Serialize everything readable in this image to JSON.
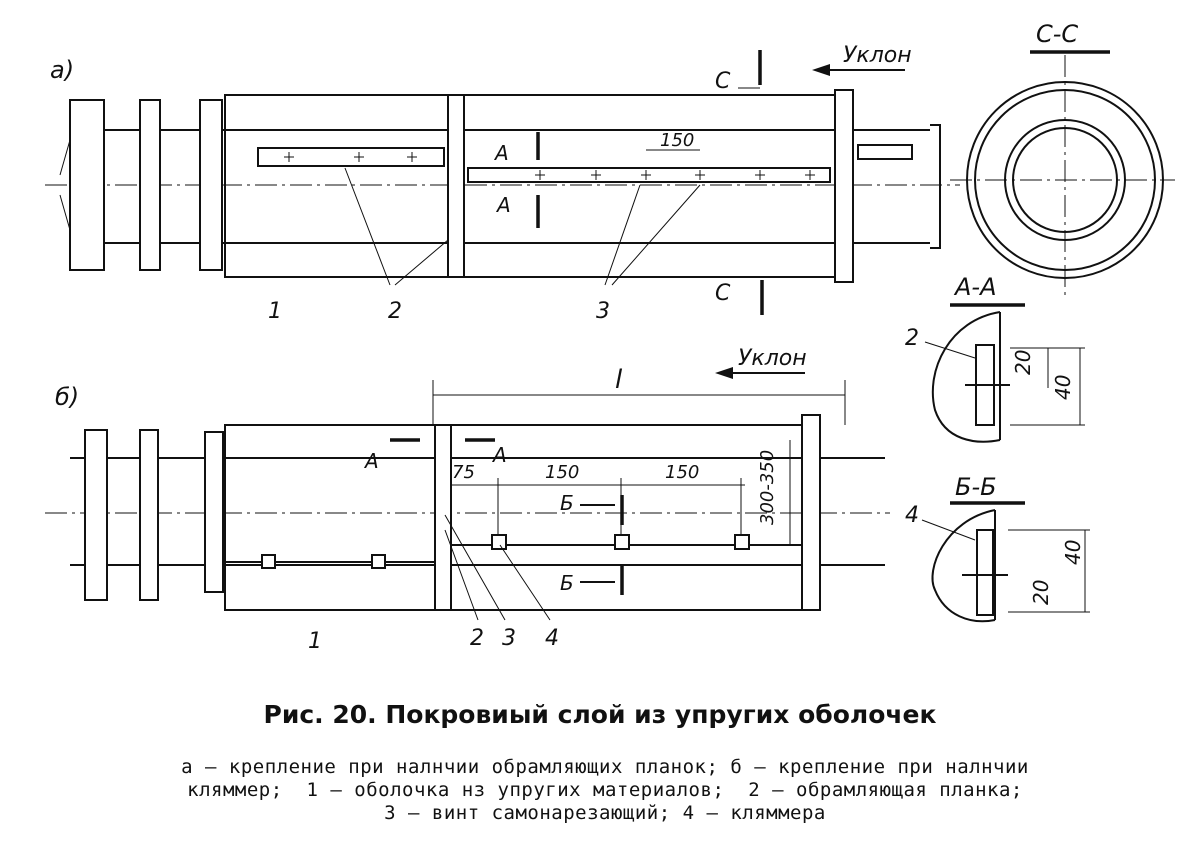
{
  "labels": {
    "view_a": "а)",
    "view_b": "б)",
    "slope": "Уклон",
    "section_cc": "С-С",
    "section_aa": "А-А",
    "section_bb": "Б-Б",
    "cut_c": "С",
    "cut_a": "А",
    "cut_b": "Б",
    "length": "l",
    "num1": "1",
    "num2": "2",
    "num3": "3",
    "num4": "4"
  },
  "dimensions": {
    "d150": "150",
    "d75": "75",
    "d300_350": "300-350",
    "d20": "20",
    "d40": "40"
  },
  "caption": "Рис. 20. Покровиый слой из упругих оболочек",
  "legend": {
    "line1": "а — крепление при налнчии обрамляющих планок; б — крепление при налнчии",
    "line2": "кляммер;  1 — оболочка нз упругих материалов;  2 — обрамляющая планка;",
    "line3": "3 — винт самонарезающий; 4 — кляммера"
  }
}
